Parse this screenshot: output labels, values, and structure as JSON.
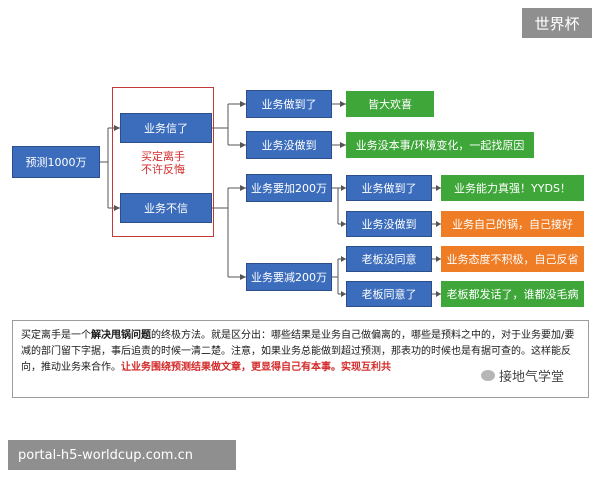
{
  "watermark_top": "世界杯",
  "watermark_bottom": "portal-h5-worldcup.com.cn",
  "diagram": {
    "root": "预测1000万",
    "believe": "业务信了",
    "disbelieve": "业务不信",
    "red_label_1": "买定离手",
    "red_label_2": "不许反悔",
    "believe_done": "业务做到了",
    "believe_done_result": "皆大欢喜",
    "believe_not_done": "业务没做到",
    "believe_not_done_result": "业务没本事/环境变化，一起找原因",
    "add_200": "业务要加200万",
    "add_done": "业务做到了",
    "add_done_result": "业务能力真强！YYDS！",
    "add_not_done": "业务没做到",
    "add_not_done_result": "业务自己的锅，自己接好",
    "cut_200": "业务要减200万",
    "boss_disagree": "老板没同意",
    "boss_disagree_result": "业务态度不积极，自己反省",
    "boss_agree": "老板同意了",
    "boss_agree_result": "老板都发话了，谁都没毛病"
  },
  "note": {
    "p1": "买定离手是一个",
    "bold1": "解决甩锅问题",
    "p2": "的终极方法。就是区分出：哪些结果是业务自己做偏离的，哪些是预料之中的，对于业务要加/要减的部门留下字据，事后追责的时候一清二楚。注意，如果业务总能做到超过预测，那表功的时候也是有据可查的。这样能反向，推动业务来合作。",
    "red": "让业务围绕预测结果做文章，更显得自己有本事。实现互利共",
    "brand": "接地气学堂"
  },
  "colors": {
    "blue": "#3c6dbc",
    "green": "#3fa63a",
    "orange": "#ee7d26",
    "red": "#d42c2c"
  }
}
